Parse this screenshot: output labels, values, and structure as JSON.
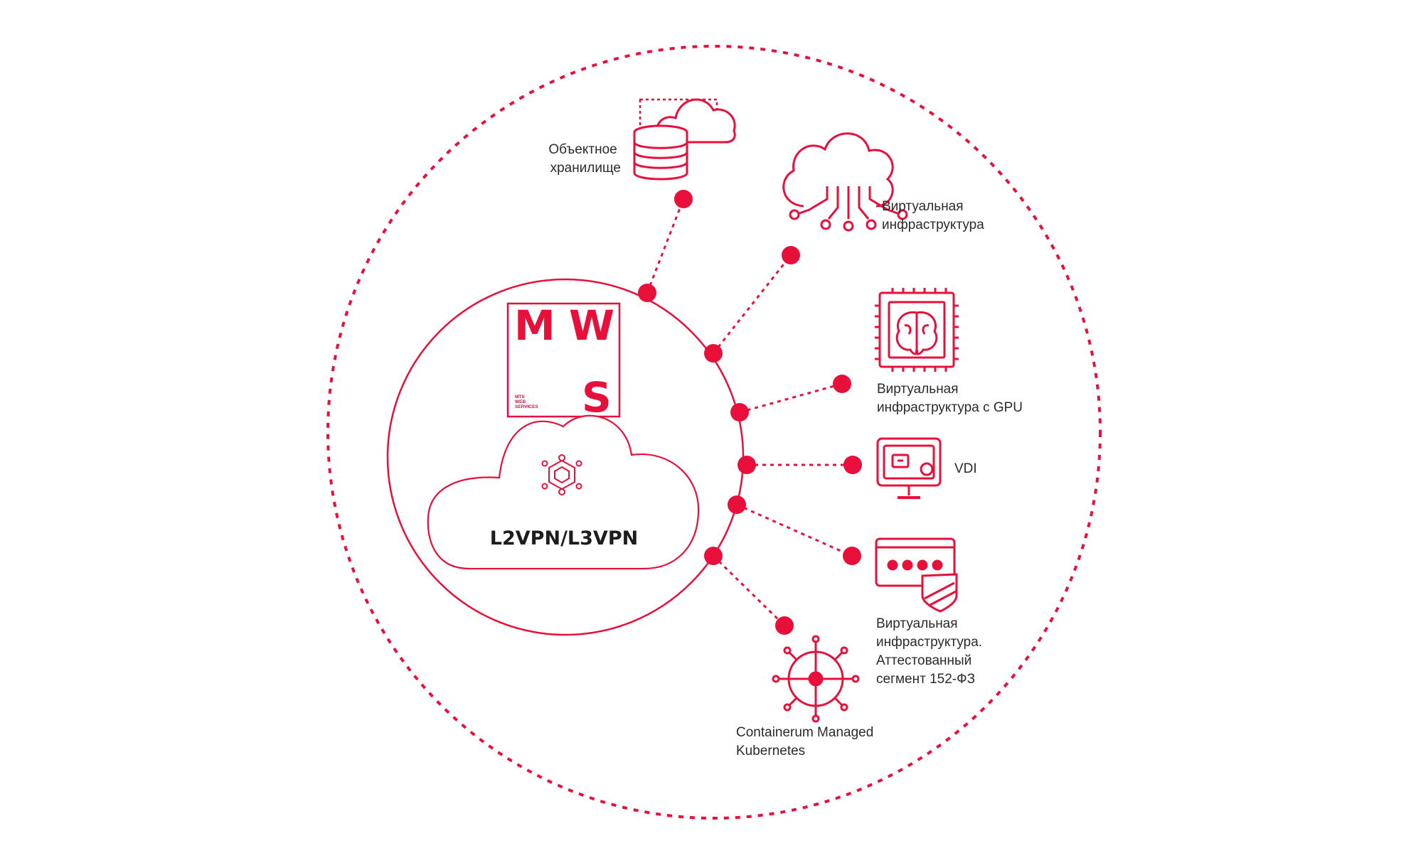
{
  "colors": {
    "accent": "#e8103a",
    "text": "#2b2b2b",
    "background": "#ffffff"
  },
  "logo": {
    "letter_m": "M",
    "letter_w": "W",
    "letter_s": "S",
    "line1": "MTS",
    "line2": "WEB",
    "line3": "SERVICES"
  },
  "hub": {
    "title": "L2VPN/L3VPN",
    "icon": "network-hexagon-icon"
  },
  "services": [
    {
      "id": "object-storage",
      "icon": "database-cloud-icon",
      "lines": [
        "Объектное",
        "хранилище"
      ]
    },
    {
      "id": "virtual-infrastructure",
      "icon": "cloud-circuit-icon",
      "lines": [
        "Виртуальная",
        "инфраструктура"
      ]
    },
    {
      "id": "virtual-infrastructure-gpu",
      "icon": "ai-chip-icon",
      "lines": [
        "Виртуальная",
        "инфраструктура с GPU"
      ]
    },
    {
      "id": "vdi",
      "icon": "monitor-icon",
      "lines": [
        "VDI"
      ]
    },
    {
      "id": "certified-segment",
      "icon": "secure-password-icon",
      "lines": [
        "Виртуальная",
        "инфраструктура.",
        "Аттестованный",
        "сегмент 152-ФЗ"
      ]
    },
    {
      "id": "kubernetes",
      "icon": "kubernetes-wheel-icon",
      "lines": [
        "Containerum Managed",
        "Kubernetes"
      ]
    }
  ]
}
